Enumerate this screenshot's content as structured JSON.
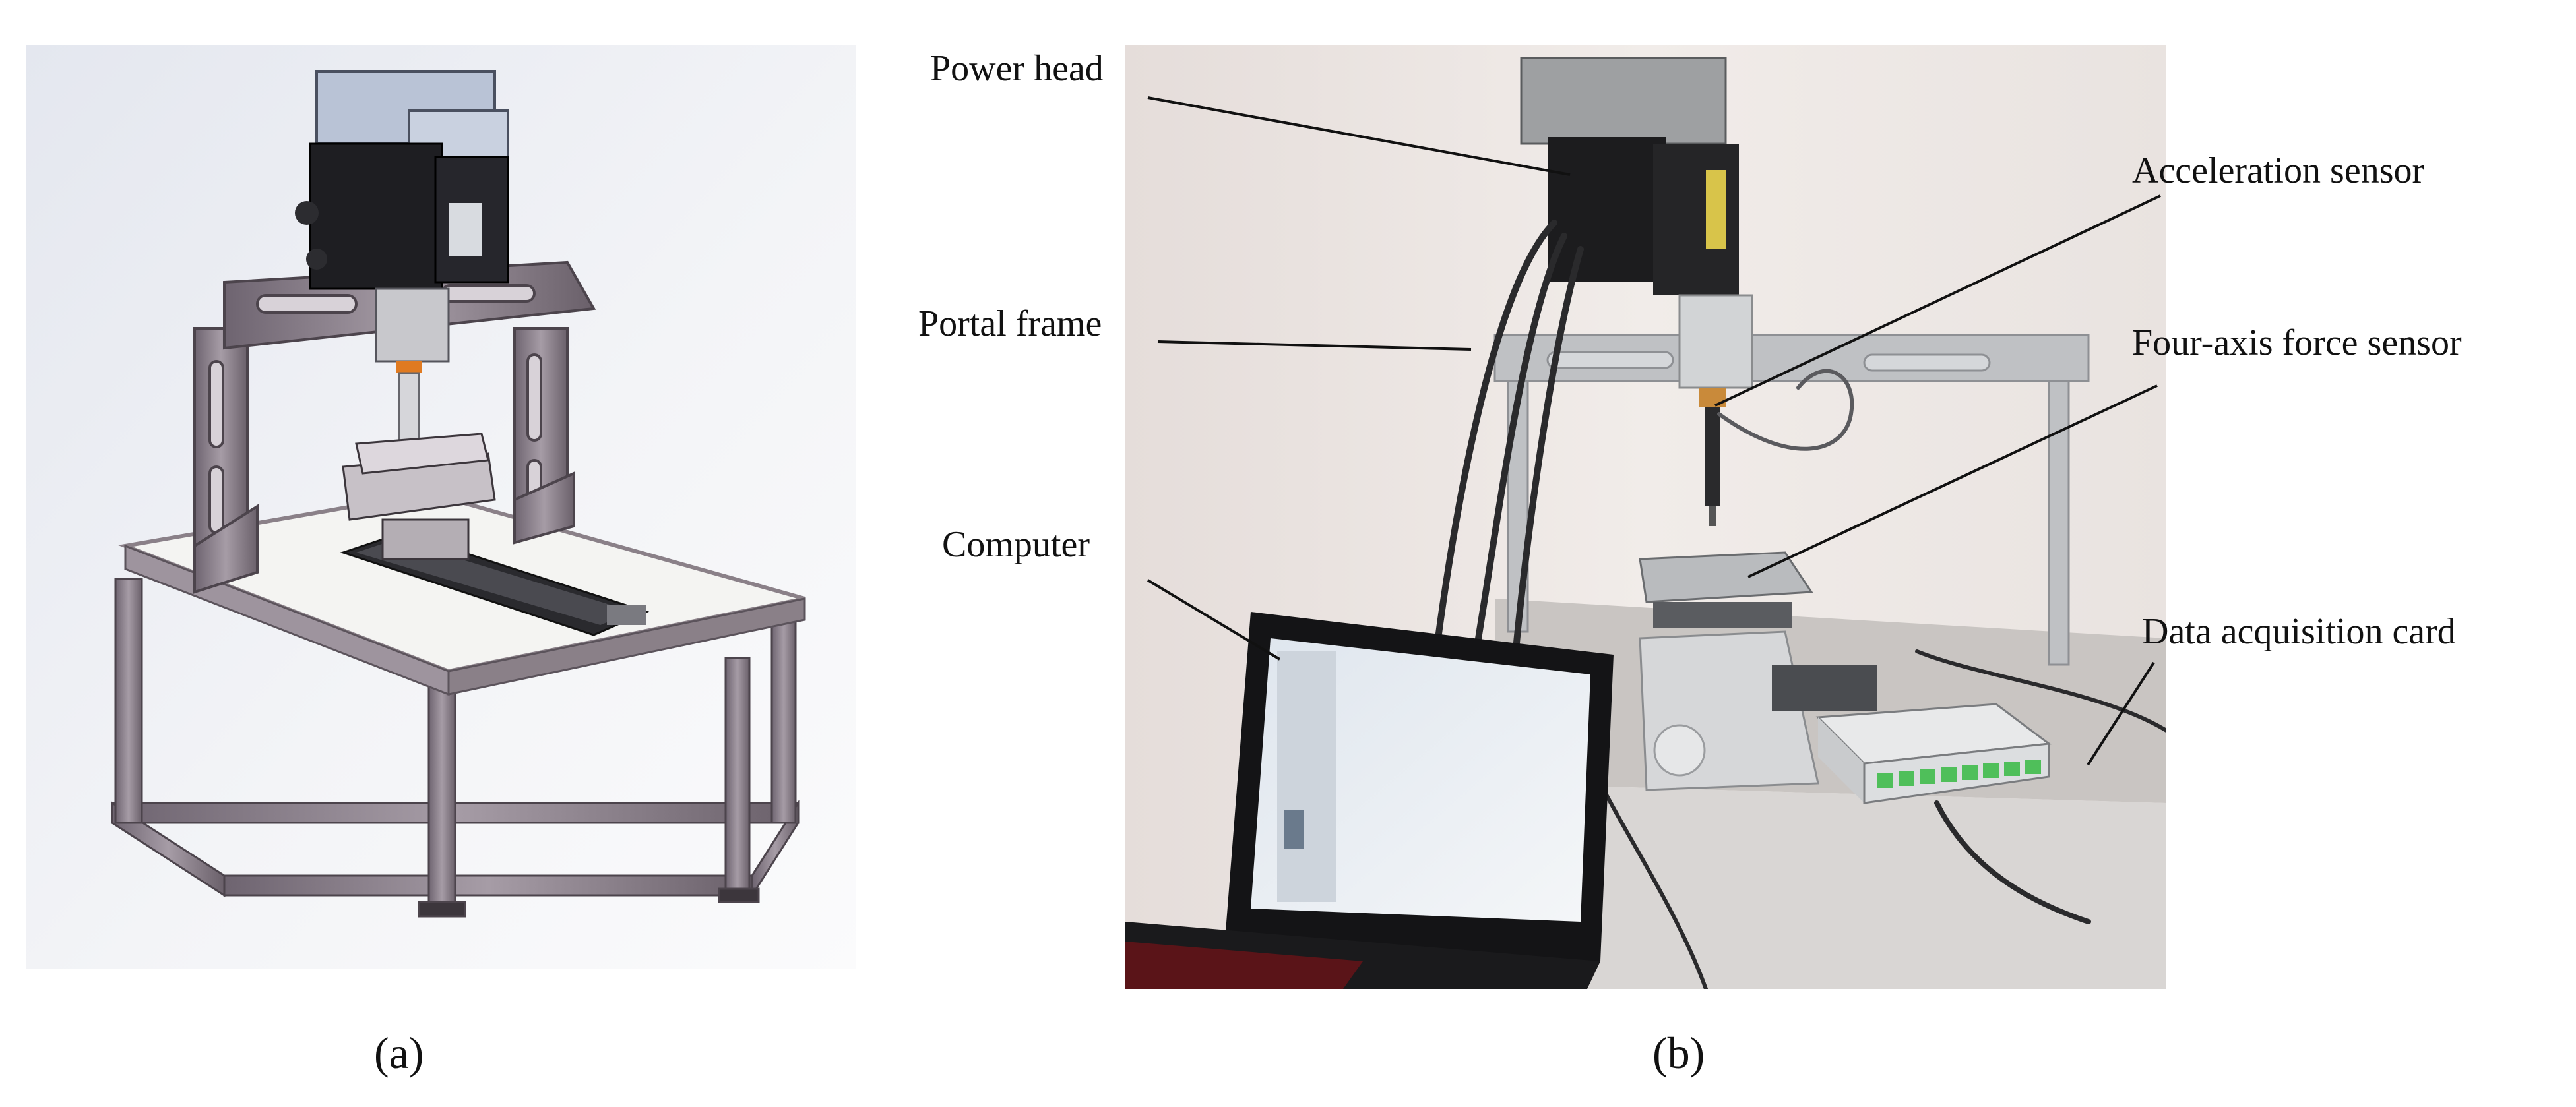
{
  "panel_a": {
    "caption": "(a)"
  },
  "panel_b": {
    "caption": "(b)",
    "labels": {
      "power_head": "Power head",
      "portal_frame": "Portal frame",
      "computer": "Computer",
      "acceleration_sensor": "Acceleration sensor",
      "four_axis_force_sensor": "Four-axis force sensor",
      "data_acquisition_card": "Data acquisition card"
    }
  },
  "colors": {
    "frame_metal": "#8a8088",
    "motor_black": "#1e1e22",
    "motor_cover": "#b9c3d6",
    "table_top": "#f4f4f2",
    "acquisition_card_leds": "#4fbf5a",
    "wall": "#efe9e6"
  }
}
